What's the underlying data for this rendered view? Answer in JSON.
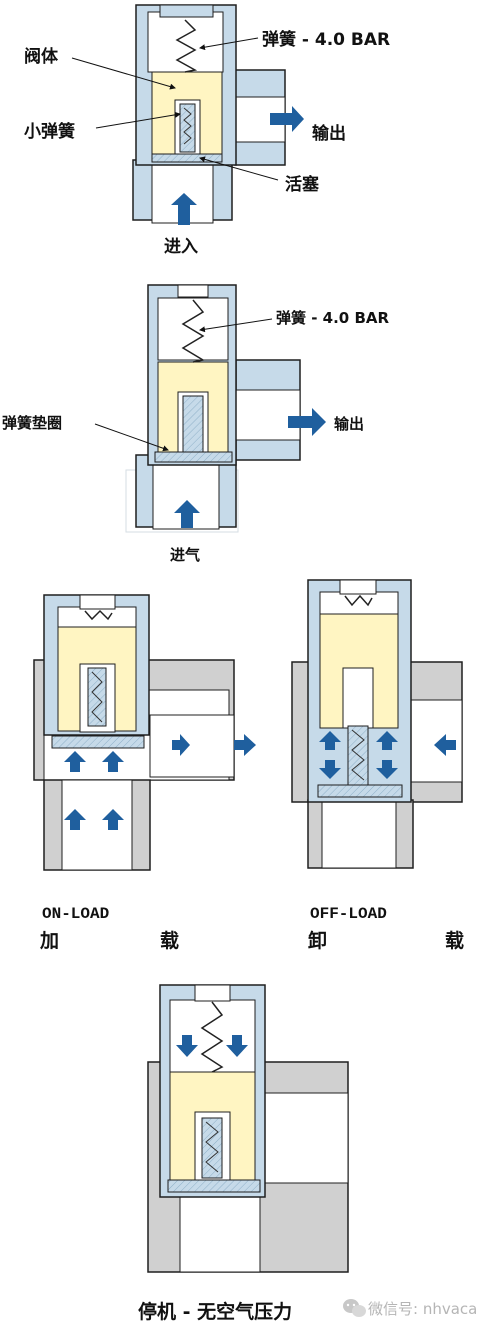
{
  "colors": {
    "body": "#c6dae9",
    "body_stroke": "#1f1f1f",
    "piston": "#fff5c2",
    "arrow": "#1f5f9e",
    "grey_body": "#d0d0d0",
    "watermark": "#b5b5b5"
  },
  "diagram1": {
    "label_body": "阀体",
    "label_spring": "弹簧 - 4.0 BAR",
    "label_small_spring": "小弹簧",
    "label_output": "输出",
    "label_piston": "活塞",
    "label_input": "进入"
  },
  "diagram2": {
    "label_spring": "弹簧 - 4.0 BAR",
    "label_seat": "弹簧垫圈",
    "label_output": "输出",
    "label_input": "进气"
  },
  "diagram3": {
    "caption_en": "ON-LOAD",
    "caption_cn_1": "加",
    "caption_cn_2": "载"
  },
  "diagram4": {
    "caption_en": "OFF-LOAD",
    "caption_cn_1": "卸",
    "caption_cn_2": "载"
  },
  "diagram5": {
    "caption": "停机 - 无空气压力"
  },
  "watermark": {
    "icon": "wechat-icon",
    "text": "微信号: nhvaca"
  }
}
